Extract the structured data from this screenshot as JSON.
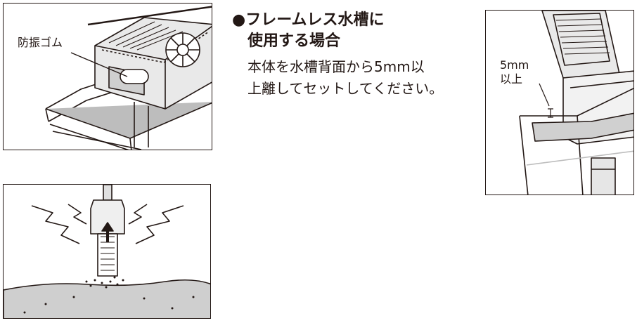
{
  "figures": {
    "vibration_rubber": {
      "label": "防振ゴム"
    },
    "gap_detail": {
      "label_line1": "5mm",
      "label_line2": "以上"
    }
  },
  "section": {
    "title_line1": "●フレームレス水槽に",
    "title_line2": "使用する場合",
    "body_line1": "本体を水槽背面から5mm以",
    "body_line2": "上離してセットしてください。"
  }
}
